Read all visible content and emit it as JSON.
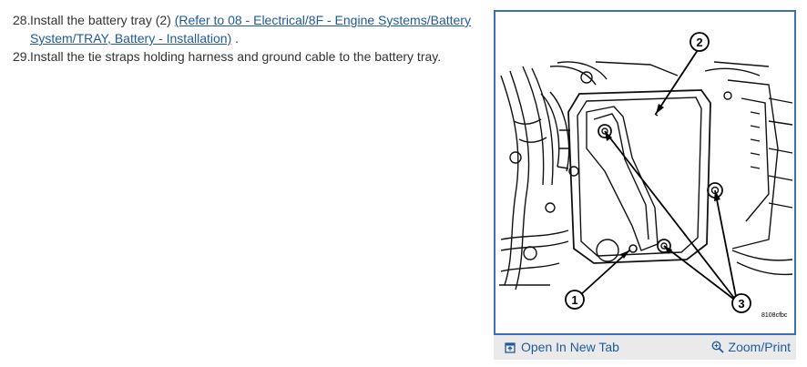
{
  "steps": [
    {
      "number": "28.",
      "text_before": "Install the battery tray (2) ",
      "link_text": "(Refer to 08 - Electrical/8F - Engine Systems/Battery System/TRAY, Battery - Installation)",
      "text_after": "."
    },
    {
      "number": "29.",
      "text": "Install the tie straps holding harness and ground cable to the battery tray."
    }
  ],
  "figure": {
    "callouts": [
      "1",
      "2",
      "3"
    ],
    "figure_id": "8108cfbc"
  },
  "footer": {
    "open_label": "Open In New Tab",
    "zoom_label": "Zoom/Print",
    "open_icon": "open-new-tab-icon",
    "zoom_icon": "magnifier-icon",
    "link_color": "#1f5a9e"
  }
}
